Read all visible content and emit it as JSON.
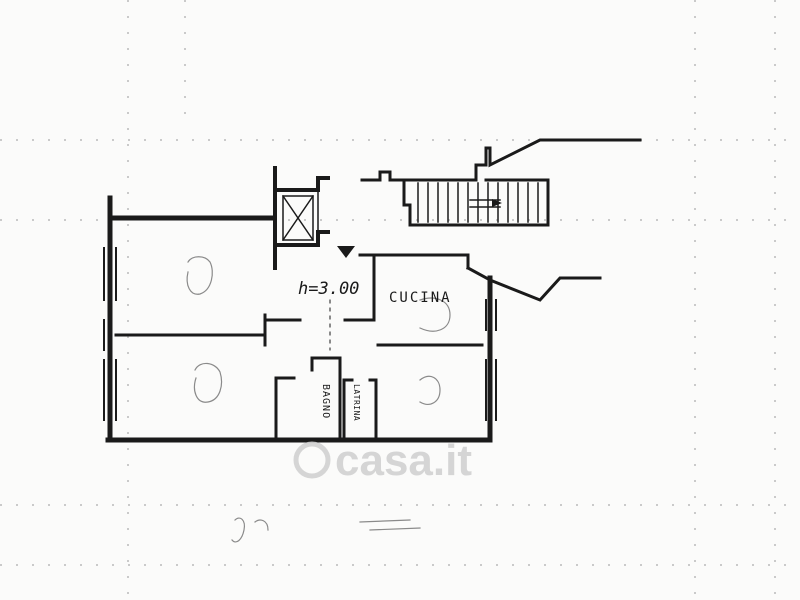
{
  "floorplan": {
    "ceiling_height": "h=3.00",
    "rooms": {
      "kitchen": "CUCINA",
      "bathroom": "BAGNO",
      "toilet": "LATRINA"
    },
    "watermark": "casa.it"
  },
  "colors": {
    "ink": "#1a1a1a",
    "paper": "#fbfbfa",
    "watermark": "#cfcfcf"
  }
}
